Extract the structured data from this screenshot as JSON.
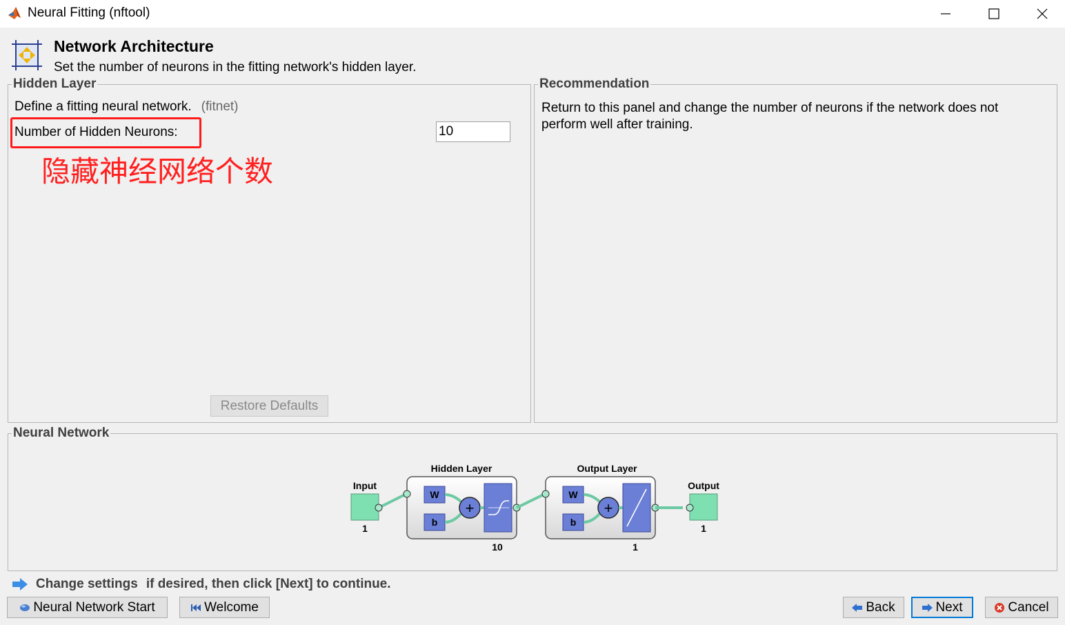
{
  "window": {
    "title": "Neural Fitting (nftool)",
    "icons": {
      "app": "matlab-icon",
      "minimize": "minimize-icon",
      "maximize": "maximize-icon",
      "close": "close-icon"
    }
  },
  "header": {
    "title": "Network Architecture",
    "subtitle": "Set the number of neurons in the fitting network's hidden layer."
  },
  "hidden_layer_panel": {
    "title": "Hidden Layer",
    "define_text": "Define a fitting neural network.",
    "define_hint": "(fitnet)",
    "neurons_label": "Number of Hidden Neurons:",
    "neurons_value": "10",
    "annotation": "隐藏神经网络个数",
    "restore_label": "Restore Defaults"
  },
  "recommendation_panel": {
    "title": "Recommendation",
    "text": "Return to this panel and change the number of neurons if the network does not perform well after training."
  },
  "network_panel": {
    "title": "Neural Network",
    "diagram": {
      "input_label": "Input",
      "input_size": "1",
      "hidden_label": "Hidden Layer",
      "hidden_size": "10",
      "output_layer_label": "Output Layer",
      "output_layer_size": "1",
      "output_label": "Output",
      "output_size": "1",
      "w_label": "W",
      "b_label": "b",
      "plus": "+"
    }
  },
  "footer": {
    "status_bold": "Change settings",
    "status_rest": "if desired, then click [Next] to continue.",
    "nnstart_label": "Neural Network Start",
    "welcome_label": "Welcome",
    "back_label": "Back",
    "next_label": "Next",
    "cancel_label": "Cancel"
  },
  "colors": {
    "annotation_red": "#ff2020",
    "node_green": "#7ee0b0",
    "block_blue": "#6b7fd7",
    "accent_blue": "#0078d7"
  }
}
